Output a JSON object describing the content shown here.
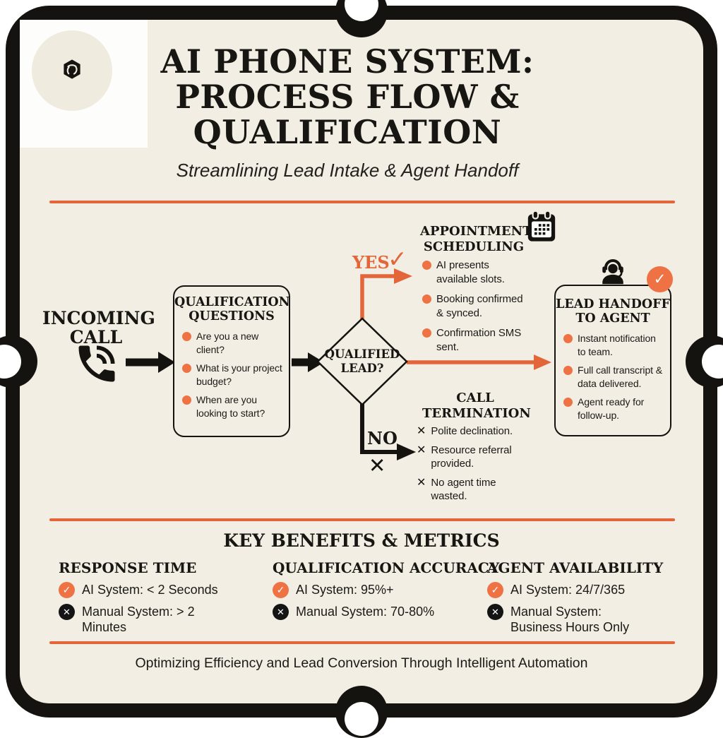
{
  "header": {
    "title_lines": [
      "AI PHONE SYSTEM:",
      "PROCESS FLOW &",
      "QUALIFICATION"
    ],
    "subtitle": "Streamlining Lead Intake & Agent Handoff"
  },
  "flow": {
    "incoming_call": {
      "label": "INCOMING CALL"
    },
    "qualification_questions": {
      "title": "QUALIFICATION QUESTIONS",
      "items": [
        "Are you a new client?",
        "What is your project budget?",
        "When are you looking to start?"
      ]
    },
    "decision": {
      "label": "QUALIFIED LEAD?",
      "yes_label": "YES",
      "no_label": "NO",
      "yes_mark": "✓",
      "no_mark": "✕"
    },
    "appointment_scheduling": {
      "title": "APPOINTMENT SCHEDULING",
      "items": [
        "AI presents available slots.",
        "Booking confirmed & synced.",
        "Confirmation SMS sent."
      ]
    },
    "call_termination": {
      "title": "CALL TERMINATION",
      "marker": "✕",
      "items": [
        "Polite declination.",
        "Resource referral provided.",
        "No agent time wasted."
      ]
    },
    "lead_handoff": {
      "title": "LEAD HANDOFF TO AGENT",
      "badge_mark": "✓",
      "items": [
        "Instant notification to team.",
        "Full call transcript & data delivered.",
        "Agent ready for follow-up."
      ]
    }
  },
  "metrics": {
    "heading": "KEY BENEFITS & METRICS",
    "ai_mark": "✓",
    "manual_mark": "✕",
    "columns": [
      {
        "title": "RESPONSE TIME",
        "ai": "AI System: < 2 Seconds",
        "manual": "Manual System: > 2 Minutes"
      },
      {
        "title": "QUALIFICATION ACCURACY",
        "ai": "AI System: 95%+",
        "manual": "Manual System: 70-80%"
      },
      {
        "title": "AGENT AVAILABILITY",
        "ai": "AI System: 24/7/365",
        "manual": "Manual System: Business Hours Only"
      }
    ]
  },
  "footer": {
    "text": "Optimizing Efficiency and Lead Conversion Through Intelligent Automation"
  },
  "colors": {
    "accent_orange": "#e2663a",
    "bullet_orange": "#ee7243",
    "ink_black": "#151310",
    "background_cream": "#f2eee3",
    "panel_white": "#fdfdfb"
  }
}
